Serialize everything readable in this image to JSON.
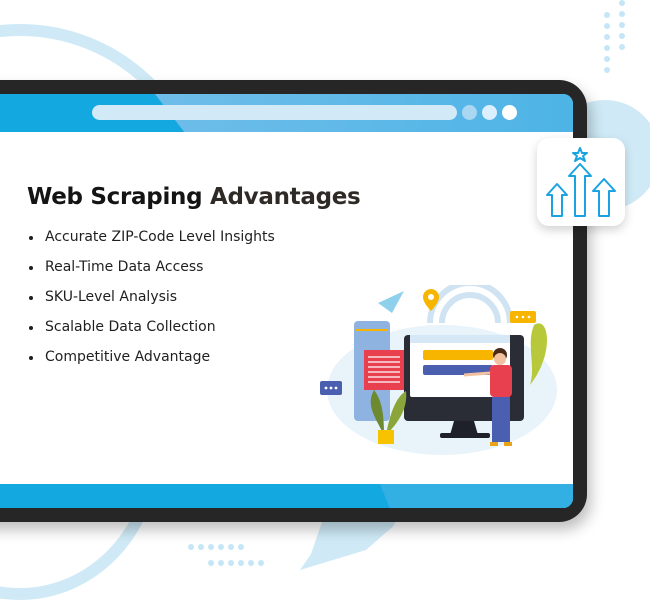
{
  "colors": {
    "brand_blue": "#14a8e0",
    "light_blue": "#6fbde9",
    "pale_blue": "#cfeaf6",
    "device_frame": "#262626",
    "text_dark": "#141414",
    "icon_stroke": "#1aa3e0"
  },
  "header": {
    "title_part1": "Web Scraping",
    "title_part2": "Advantages"
  },
  "advantages": [
    {
      "label": "Accurate ZIP-Code Level Insights"
    },
    {
      "label": "Real-Time Data Access"
    },
    {
      "label": "SKU-Level Analysis"
    },
    {
      "label": "Scalable Data Collection"
    },
    {
      "label": "Competitive Advantage"
    }
  ],
  "browser_bar": {
    "dots": [
      "#a9d6f1",
      "#dcefff",
      "#ffffff"
    ]
  },
  "icons": {
    "badge": "growth-arrows-star-icon",
    "illustration": "web-dashboard-presenter-illustration"
  }
}
